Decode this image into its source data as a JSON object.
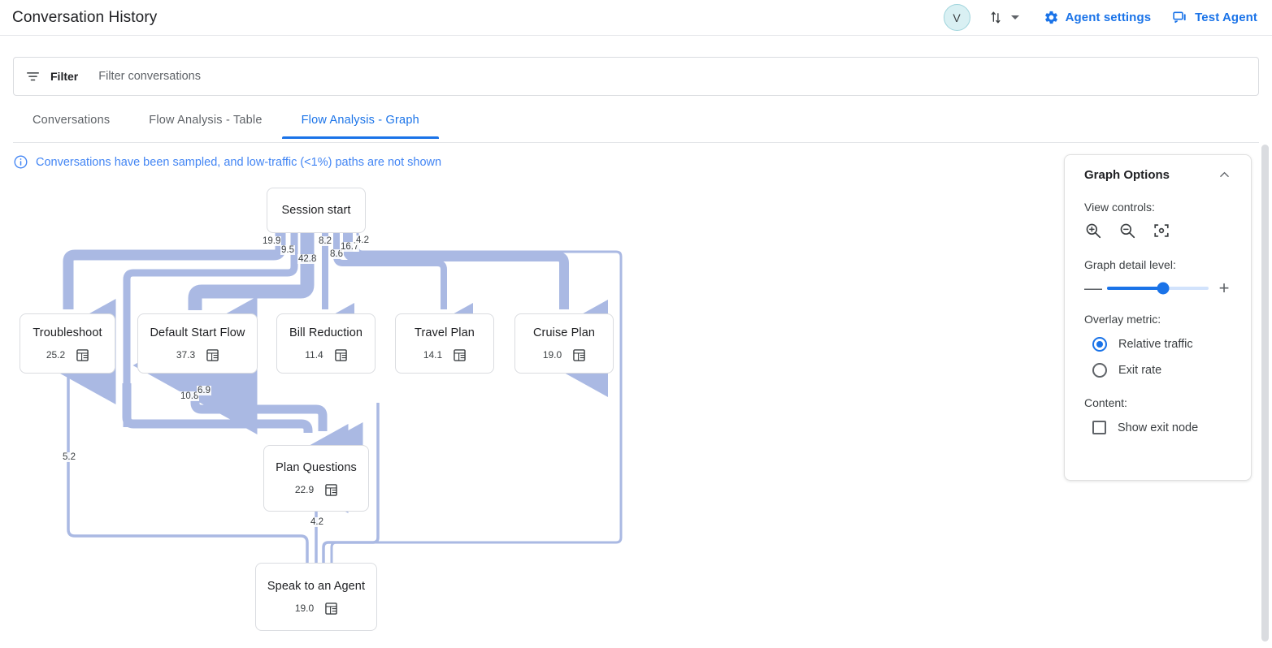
{
  "header": {
    "title": "Conversation History",
    "avatar_initial": "V",
    "sort_icon": "sort-arrows-icon",
    "caret_icon": "chevron-down-icon",
    "links": [
      {
        "label": "Agent settings",
        "icon": "gear-icon"
      },
      {
        "label": "Test Agent",
        "icon": "chat-bubble-icon"
      }
    ]
  },
  "filter": {
    "icon": "filter-icon",
    "label": "Filter",
    "placeholder": "Filter conversations",
    "value": ""
  },
  "tabs": [
    {
      "label": "Conversations",
      "active": false
    },
    {
      "label": "Flow Analysis - Table",
      "active": false
    },
    {
      "label": "Flow Analysis - Graph",
      "active": true
    }
  ],
  "notice": {
    "icon": "info-icon",
    "text": "Conversations have been sampled, and low-traffic (<1%) paths are not shown"
  },
  "graph_options": {
    "title": "Graph Options",
    "collapse_icon": "chevron-up-icon",
    "view_controls_label": "View controls:",
    "view_controls": [
      {
        "name": "zoom-in-icon"
      },
      {
        "name": "zoom-out-icon"
      },
      {
        "name": "fit-to-screen-icon"
      }
    ],
    "detail_level_label": "Graph detail level:",
    "detail_level_value": 55,
    "decrease_label": "—",
    "increase_label": "+",
    "overlay_metric_label": "Overlay metric:",
    "overlay_options": [
      {
        "label": "Relative traffic",
        "selected": true
      },
      {
        "label": "Exit rate",
        "selected": false
      }
    ],
    "content_label": "Content:",
    "content_options": [
      {
        "label": "Show exit node",
        "checked": false
      }
    ]
  },
  "chart_data": {
    "type": "diagram",
    "title": "Flow Analysis - Graph",
    "metric": "Relative traffic",
    "node_icon": "table-view-icon",
    "nodes": [
      {
        "id": "session-start",
        "label": "Session start",
        "value": ""
      },
      {
        "id": "troubleshoot",
        "label": "Troubleshoot",
        "value": "25.2"
      },
      {
        "id": "default-start-flow",
        "label": "Default Start Flow",
        "value": "37.3"
      },
      {
        "id": "bill-reduction",
        "label": "Bill Reduction",
        "value": "11.4"
      },
      {
        "id": "travel-plan",
        "label": "Travel Plan",
        "value": "14.1"
      },
      {
        "id": "cruise-plan",
        "label": "Cruise Plan",
        "value": "19.0"
      },
      {
        "id": "plan-questions",
        "label": "Plan Questions",
        "value": "22.9"
      },
      {
        "id": "speak-to-an-agent",
        "label": "Speak to an Agent",
        "value": "19.0"
      }
    ],
    "edges": [
      {
        "from": "session-start",
        "to": "troubleshoot",
        "value": "19.9"
      },
      {
        "from": "session-start",
        "to": "default-start-flow",
        "value": "9.5"
      },
      {
        "from": "session-start",
        "to": "default-start-flow",
        "value": "42.8"
      },
      {
        "from": "session-start",
        "to": "bill-reduction",
        "value": "8.2"
      },
      {
        "from": "session-start",
        "to": "travel-plan",
        "value": "8.6"
      },
      {
        "from": "session-start",
        "to": "cruise-plan",
        "value": "16.7"
      },
      {
        "from": "session-start",
        "to": "speak-to-an-agent",
        "value": "4.2"
      },
      {
        "from": "default-start-flow",
        "to": "plan-questions",
        "value": "10.8"
      },
      {
        "from": "default-start-flow",
        "to": "plan-questions",
        "value": "6.9"
      },
      {
        "from": "troubleshoot",
        "to": "speak-to-an-agent",
        "value": "5.2"
      },
      {
        "from": "plan-questions",
        "to": "speak-to-an-agent",
        "value": "4.2"
      }
    ],
    "edge_labels": [
      "19.9",
      "9.5",
      "42.8",
      "8.2",
      "8.6",
      "16.7",
      "4.2",
      "10.8",
      "6.9",
      "5.2",
      "4.2"
    ],
    "colors": {
      "ribbon": "#aab9e3",
      "accent": "#1a73e8",
      "node_border": "#dadce0"
    }
  }
}
